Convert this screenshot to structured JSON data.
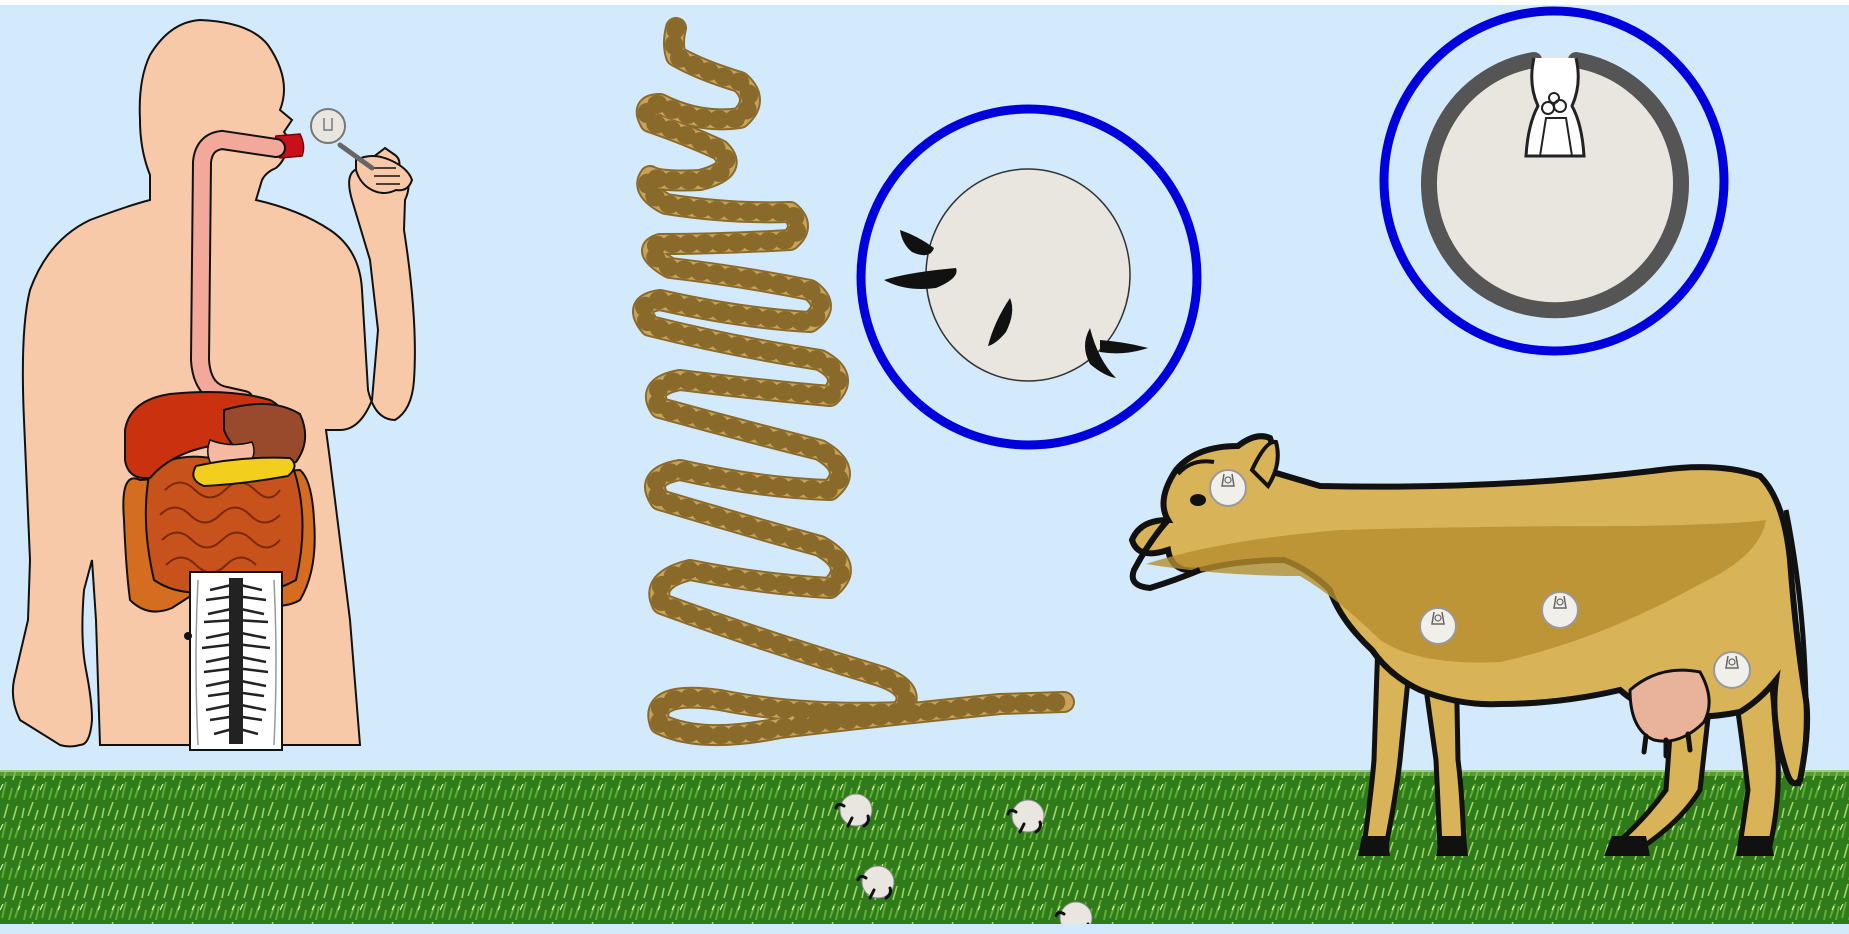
{
  "colors": {
    "sky": "#d3eafd",
    "grass_dark": "#2f7a1a",
    "grass_mid": "#4f9a2a",
    "grass_light": "#a8d86a",
    "skin": "#f8c9a9",
    "esophagus": "#f3a99a",
    "liver": "#c9310f",
    "stomach": "#9a4a2c",
    "pancreas": "#f2cf1d",
    "intestine": "#c8521c",
    "colon": "#d46d20",
    "meat": "#c8101a",
    "worm": "#c9a35b",
    "worm_dark": "#8a6a2a",
    "egg": "#e9e6e0",
    "hooks": "#111111",
    "cyst_wall": "#555555",
    "ring": "#0000dd",
    "cow": "#d9b357",
    "cow_dark": "#b58d2e",
    "udder": "#e8b39a",
    "outline": "#111111"
  },
  "icons": {
    "human": "human-digestive-system-icon",
    "tapeworm": "adult-tapeworm-icon",
    "egg": "oncosphere-egg-icon",
    "cyst": "cysticercus-cyst-icon",
    "cow": "cow-intermediate-host-icon"
  },
  "diagram": {
    "stages": [
      "human-definitive-host",
      "adult-tapeworm",
      "oncosphere-egg",
      "cysticercus",
      "cow-intermediate-host",
      "eggs-on-pasture"
    ]
  }
}
